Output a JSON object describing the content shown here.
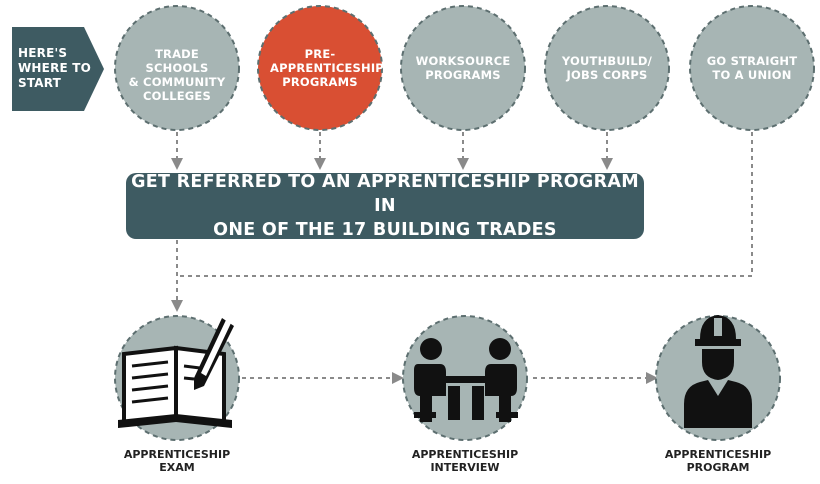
{
  "start": {
    "label": "HERE'S\nWHERE TO\nSTART"
  },
  "entry_points": [
    {
      "label": "TRADE SCHOOLS\n& COMMUNITY\nCOLLEGES",
      "highlight": false
    },
    {
      "label": "PRE-\nAPPRENTICESHIP\nPROGRAMS",
      "highlight": true
    },
    {
      "label": "WORKSOURCE\nPROGRAMS",
      "highlight": false
    },
    {
      "label": "YOUTHBUILD/\nJOBS CORPS",
      "highlight": false
    },
    {
      "label": "GO STRAIGHT\nTO A UNION",
      "highlight": false
    }
  ],
  "referral": {
    "text": "GET REFERRED TO AN APPRENTICESHIP PROGRAM IN\nONE OF THE 17 BUILDING TRADES"
  },
  "steps": [
    {
      "label": "APPRENTICESHIP\nEXAM",
      "icon": "book-pencil-icon"
    },
    {
      "label": "APPRENTICESHIP\nINTERVIEW",
      "icon": "interview-icon"
    },
    {
      "label": "APPRENTICESHIP\nPROGRAM",
      "icon": "hardhat-worker-icon"
    }
  ],
  "colors": {
    "circle": "#a7b5b4",
    "highlight": "#d94f33",
    "banner": "#3e5b62",
    "start_arrow": "#3e5b62",
    "connector": "#8a8a8a",
    "icon": "#111111"
  }
}
